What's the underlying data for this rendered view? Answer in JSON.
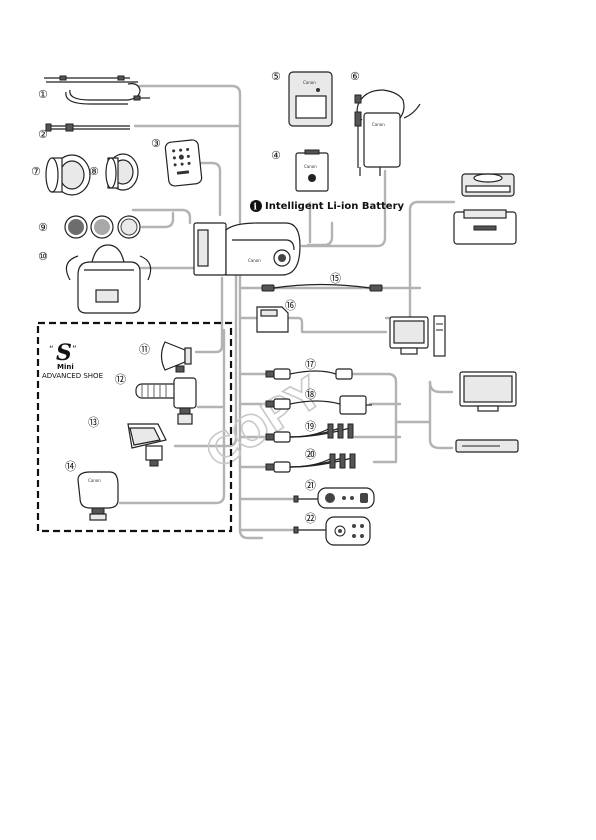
{
  "markers": {
    "n1": "①",
    "n2": "②",
    "n3": "③",
    "n4": "④",
    "n5": "⑤",
    "n6": "⑥",
    "n7": "⑦",
    "n8": "⑧",
    "n9": "⑨",
    "n10": "⑩",
    "n11": "⑪",
    "n12": "⑫",
    "n13": "⑬",
    "n14": "⑭",
    "n15": "⑮",
    "n16": "⑯",
    "n17": "⑰",
    "n18": "⑱",
    "n19": "⑲",
    "n20": "⑳",
    "n21": "㉑",
    "n22": "㉒"
  },
  "battery_label": "Intelligent Li-ion Battery",
  "mini_shoe": {
    "line1": "Mini",
    "line2": "ADVANCED SHOE"
  },
  "brand": "Canon",
  "watermark": "COPY",
  "icons": {
    "info": "info-circle-icon",
    "shoe": "mini-advanced-shoe-logo-icon"
  }
}
